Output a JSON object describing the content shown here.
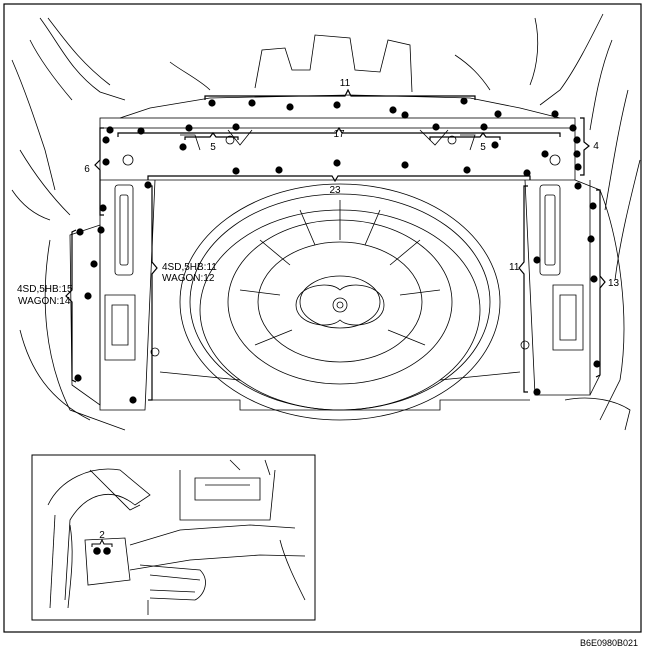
{
  "labels": {
    "top_panel": "11",
    "upper_rail": "17",
    "left_bracket": "5",
    "right_bracket": "5",
    "left_side": "6",
    "right_side": "4",
    "floor": "23",
    "left_member": "4SD,5HB:11",
    "left_member_wagon": "WAGON:12",
    "right_member": "11",
    "right_wheelhouse": "13",
    "left_wheelhouse": "4SD,5HB:15",
    "left_wheelhouse_wagon": "WAGON:14",
    "inset_callout": "2"
  },
  "figure_code": "B6E0980B021",
  "colors": {
    "line": "#000000",
    "background": "#ffffff"
  }
}
